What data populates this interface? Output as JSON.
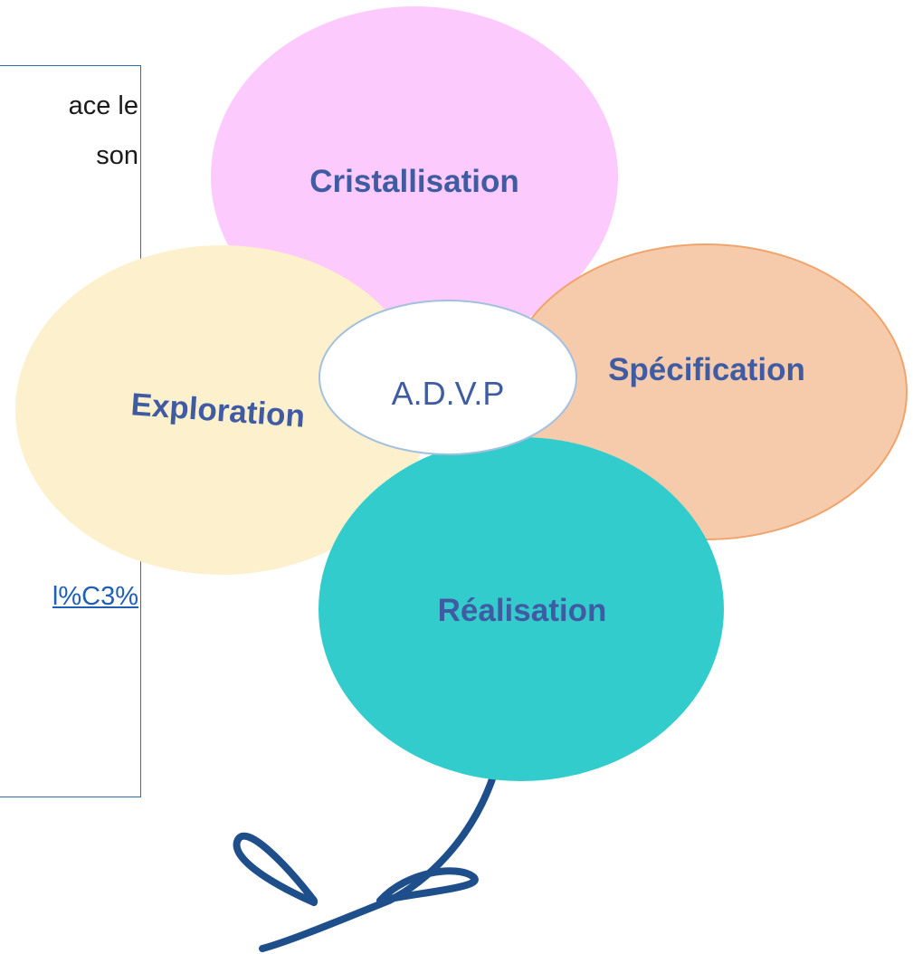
{
  "textbox": {
    "line1": "ace le",
    "line2": "son",
    "link": "l%C3%"
  },
  "diagram": {
    "center": "A.D.V.P",
    "petals": {
      "top": "Cristallisation",
      "right": "Spécification",
      "left": "Exploration",
      "bottom": "Réalisation"
    }
  },
  "colors": {
    "petal_top": "#fccafc",
    "petal_right": "#f6cbac",
    "petal_right_border": "#f0a46c",
    "petal_left": "#fdf0cd",
    "petal_bottom": "#33cccc",
    "center_fill": "#ffffff",
    "center_border": "#a3c0e0",
    "label_text": "#3f5ca3",
    "stem": "#1f4f8a",
    "textbox_border": "#2f6fb0",
    "link": "#1f5fb4"
  }
}
